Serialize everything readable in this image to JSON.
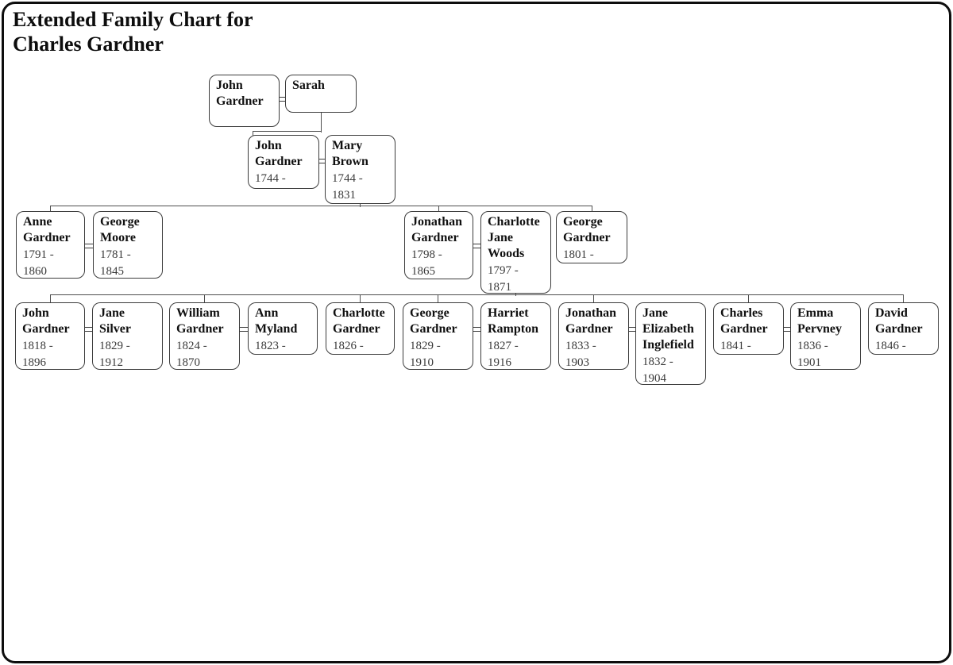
{
  "title": {
    "line1": "Extended Family Chart for",
    "line2": "Charles Gardner"
  },
  "people": [
    {
      "id": "g1_john",
      "name": "John Gardner",
      "dates": "",
      "generation": 1
    },
    {
      "id": "g1_sarah",
      "name": "Sarah",
      "dates": "",
      "generation": 1
    },
    {
      "id": "g2_john",
      "name": "John Gardner",
      "dates": "1744 -",
      "generation": 2
    },
    {
      "id": "g2_mary",
      "name": "Mary Brown",
      "dates": "1744 - 1831",
      "generation": 2
    },
    {
      "id": "g3_anne",
      "name": "Anne Gardner",
      "dates": "1791 - 1860",
      "generation": 3
    },
    {
      "id": "g3_george_moore",
      "name": "George Moore",
      "dates": "1781 - 1845",
      "generation": 3
    },
    {
      "id": "g3_jonathan",
      "name": "Jonathan Gardner",
      "dates": "1798 - 1865",
      "generation": 3
    },
    {
      "id": "g3_charlotte_woods",
      "name": "Charlotte Jane Woods",
      "dates": "1797 - 1871",
      "generation": 3
    },
    {
      "id": "g3_george",
      "name": "George Gardner",
      "dates": "1801 -",
      "generation": 3
    },
    {
      "id": "g4_john",
      "name": "John Gardner",
      "dates": "1818 - 1896",
      "generation": 4
    },
    {
      "id": "g4_jane_silver",
      "name": "Jane Silver",
      "dates": "1829 - 1912",
      "generation": 4
    },
    {
      "id": "g4_william",
      "name": "William Gardner",
      "dates": "1824 - 1870",
      "generation": 4
    },
    {
      "id": "g4_ann_myland",
      "name": "Ann Myland",
      "dates": "1823 -",
      "generation": 4
    },
    {
      "id": "g4_charlotte",
      "name": "Charlotte Gardner",
      "dates": "1826 -",
      "generation": 4
    },
    {
      "id": "g4_george",
      "name": "George Gardner",
      "dates": "1829 - 1910",
      "generation": 4
    },
    {
      "id": "g4_harriet",
      "name": "Harriet Rampton",
      "dates": "1827 - 1916",
      "generation": 4
    },
    {
      "id": "g4_jonathan",
      "name": "Jonathan Gardner",
      "dates": "1833 - 1903",
      "generation": 4
    },
    {
      "id": "g4_jane_inglefield",
      "name": "Jane Elizabeth Inglefield",
      "dates": "1832 - 1904",
      "generation": 4
    },
    {
      "id": "g4_charles",
      "name": "Charles Gardner",
      "dates": "1841 -",
      "generation": 4
    },
    {
      "id": "g4_emma",
      "name": "Emma Pervney",
      "dates": "1836 - 1901",
      "generation": 4
    },
    {
      "id": "g4_david",
      "name": "David Gardner",
      "dates": "1846 -",
      "generation": 4
    }
  ],
  "marriages": [
    {
      "left": "g1_john",
      "right": "g1_sarah"
    },
    {
      "left": "g2_john",
      "right": "g2_mary"
    },
    {
      "left": "g3_anne",
      "right": "g3_george_moore"
    },
    {
      "left": "g3_jonathan",
      "right": "g3_charlotte_woods"
    },
    {
      "left": "g4_john",
      "right": "g4_jane_silver"
    },
    {
      "left": "g4_william",
      "right": "g4_ann_myland"
    },
    {
      "left": "g4_george",
      "right": "g4_harriet"
    },
    {
      "left": "g4_jonathan",
      "right": "g4_jane_inglefield"
    },
    {
      "left": "g4_charles",
      "right": "g4_emma"
    }
  ],
  "colors": {
    "page_border": "#0d0d0d",
    "box_border": "#3c3c3c",
    "connector": "#4e4e4e",
    "name_text": "#101010",
    "date_text": "#3a3a3a",
    "background": "#ffffff"
  }
}
